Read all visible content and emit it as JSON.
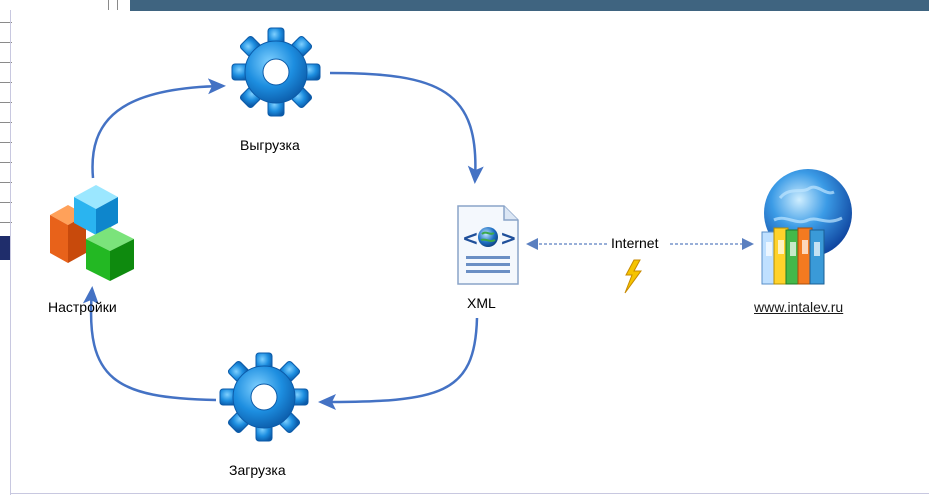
{
  "nodes": {
    "settings": {
      "label": "Настройки",
      "icon": "settings-cubes-icon"
    },
    "export": {
      "label": "Выгрузка",
      "icon": "gear-icon"
    },
    "xml": {
      "label": "XML",
      "icon": "xml-document-icon"
    },
    "import": {
      "label": "Загрузка",
      "icon": "gear-icon"
    },
    "website": {
      "label": "www.intalev.ru",
      "icon": "globe-folders-icon"
    }
  },
  "connections": {
    "internet_label": "Internet",
    "internet_icon": "lightning-icon"
  },
  "colors": {
    "arrow": "#4472c4",
    "gear": "#1d8ee0",
    "dashed": "#5a7fc0",
    "lightning": "#f5b800"
  }
}
